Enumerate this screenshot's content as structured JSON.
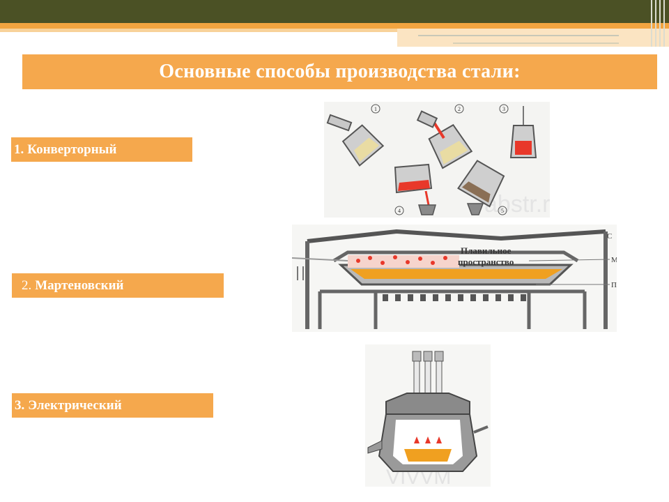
{
  "slide": {
    "title": "Основные способы производства стали:",
    "methods": [
      {
        "number": "1.",
        "name": "Конверторный"
      },
      {
        "number": "2.",
        "name": "Мартеновский"
      },
      {
        "number": "3.",
        "name": "Электрический"
      }
    ]
  },
  "figures": {
    "converter": {
      "step_numbers": [
        "1",
        "2",
        "3",
        "4",
        "5"
      ],
      "watermark": "abstr.ru"
    },
    "open_hearth": {
      "caption_line1": "Плавильное",
      "caption_line2": "пространство",
      "side_labels": [
        "С",
        "М",
        "П"
      ]
    },
    "electric": {
      "watermark": "VIVVM"
    }
  },
  "colors": {
    "accent_orange": "#f5a84d",
    "header_olive": "#4b5125",
    "molten_red": "#e8382a",
    "furnace_gray": "#7a7a7a"
  }
}
